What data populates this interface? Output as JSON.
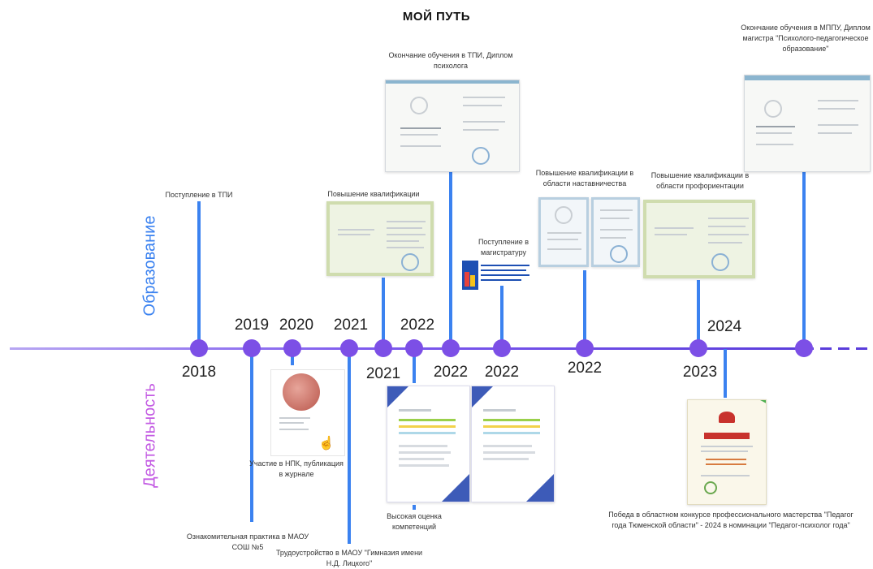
{
  "title": "МОЙ ПУТЬ",
  "side_labels": {
    "top": "Образование",
    "bottom": "Деятельность"
  },
  "years": {
    "y2018": "2018",
    "y2019": "2019",
    "y2020": "2020",
    "y2021a": "2021",
    "y2021b": "2021",
    "y2022a": "2022",
    "y2022b": "2022",
    "y2022c": "2022",
    "y2022d": "2022",
    "y2023": "2023",
    "y2024": "2024"
  },
  "education": {
    "enroll_tpi": "Поступление в ТПИ",
    "qual_1": "Повышение квалификации",
    "grad_tpi": "Окончание обучения в ТПИ, Диплом психолога",
    "enroll_master": "Поступление в магистратуру",
    "qual_mentor": "Повышение квалификации в области наставничества",
    "qual_career": "Повышение квалификации в области профориентации",
    "grad_mppu": "Окончание обучения в МППУ, Диплом магистра \"Психолого-педагогическое образование\""
  },
  "activity": {
    "practice": "Ознакомительная практика в МАОУ СОШ №5",
    "npk": "Участие в НПК, публикация в журнале",
    "employment": "Трудоустройство в МАОУ \"Гимназия имени Н.Д. Лицкого\"",
    "competence": "Высокая оценка компетенций",
    "victory": "Победа в областном конкурсе профессионального мастерства \"Педагог года Тюменской области\" - 2024 в номинации \"Педагог-психолог года\""
  },
  "colors": {
    "axis_start": "#b7a6f2",
    "axis_end": "#5a3ddb",
    "dot": "#7c4fe6",
    "stem": "#3b82f0",
    "education_label": "#3b82f0",
    "activity_label": "#c35be3"
  }
}
